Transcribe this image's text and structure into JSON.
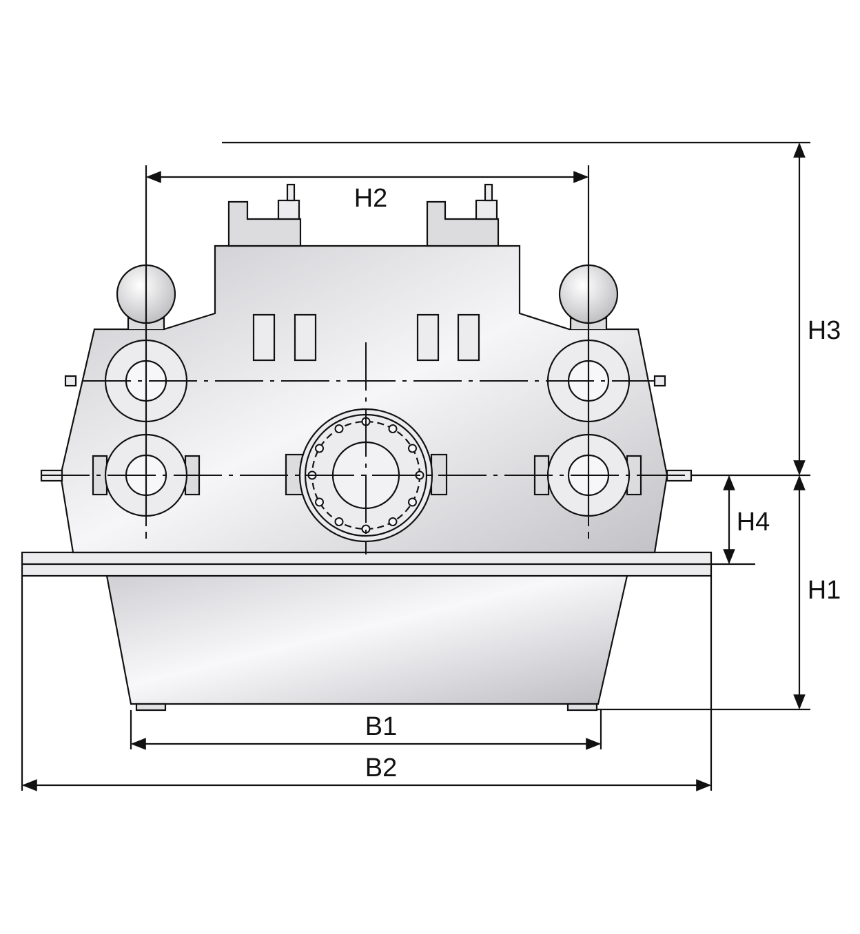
{
  "labels": {
    "h1": "H1",
    "h2": "H2",
    "h3": "H3",
    "h4": "H4",
    "b1": "B1",
    "b2": "B2"
  },
  "colors": {
    "line": "#111111",
    "body_light": "#f7f7f9",
    "body_dark": "#c9c9cd"
  }
}
